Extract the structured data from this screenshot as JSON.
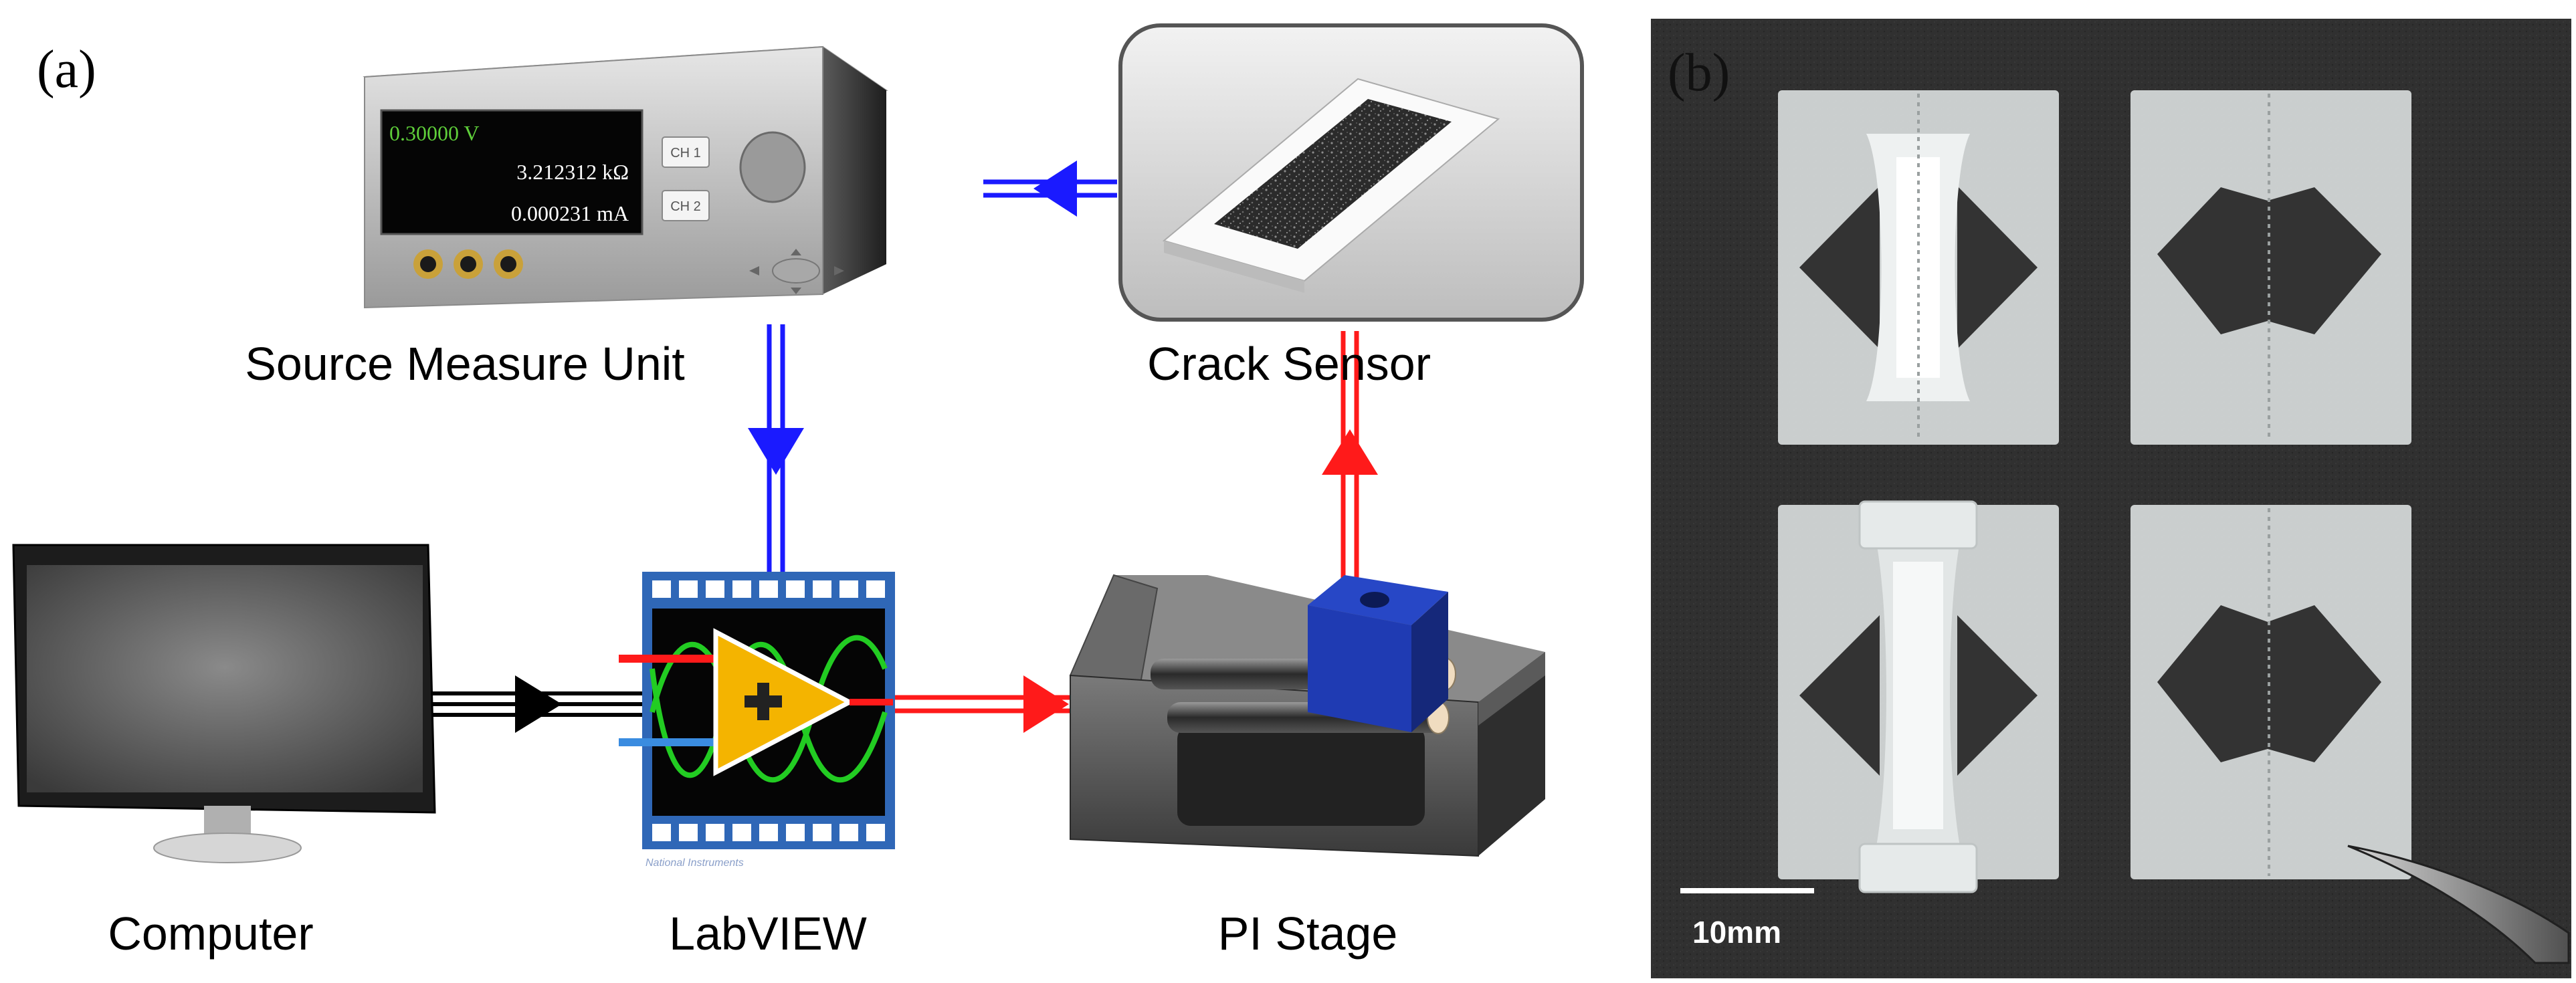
{
  "panel_a": {
    "panel_label": "(a)",
    "smu": {
      "label": "Source Measure Unit",
      "readout_voltage": "0.30000 V",
      "readout_resistance": "3.212312 kΩ",
      "readout_current": "0.000231 mA",
      "ch1_label": "CH 1",
      "ch2_label": "CH 2"
    },
    "crack_sensor": {
      "label": "Crack Sensor"
    },
    "computer": {
      "label": "Computer"
    },
    "labview": {
      "label": "LabVIEW",
      "vendor_text": "National Instruments"
    },
    "pi_stage": {
      "label": "PI Stage"
    },
    "colors": {
      "blue_signal": "#1a1aff",
      "red_signal": "#ff1a1a",
      "black_signal": "#000000",
      "stage_blue": "#1f3bb3",
      "labview_yellow": "#f4b400",
      "labview_green": "#22cc22"
    }
  },
  "panel_b": {
    "panel_label": "(b)",
    "scale_bar_label": "10mm",
    "background_color": "#2e2e2e"
  }
}
